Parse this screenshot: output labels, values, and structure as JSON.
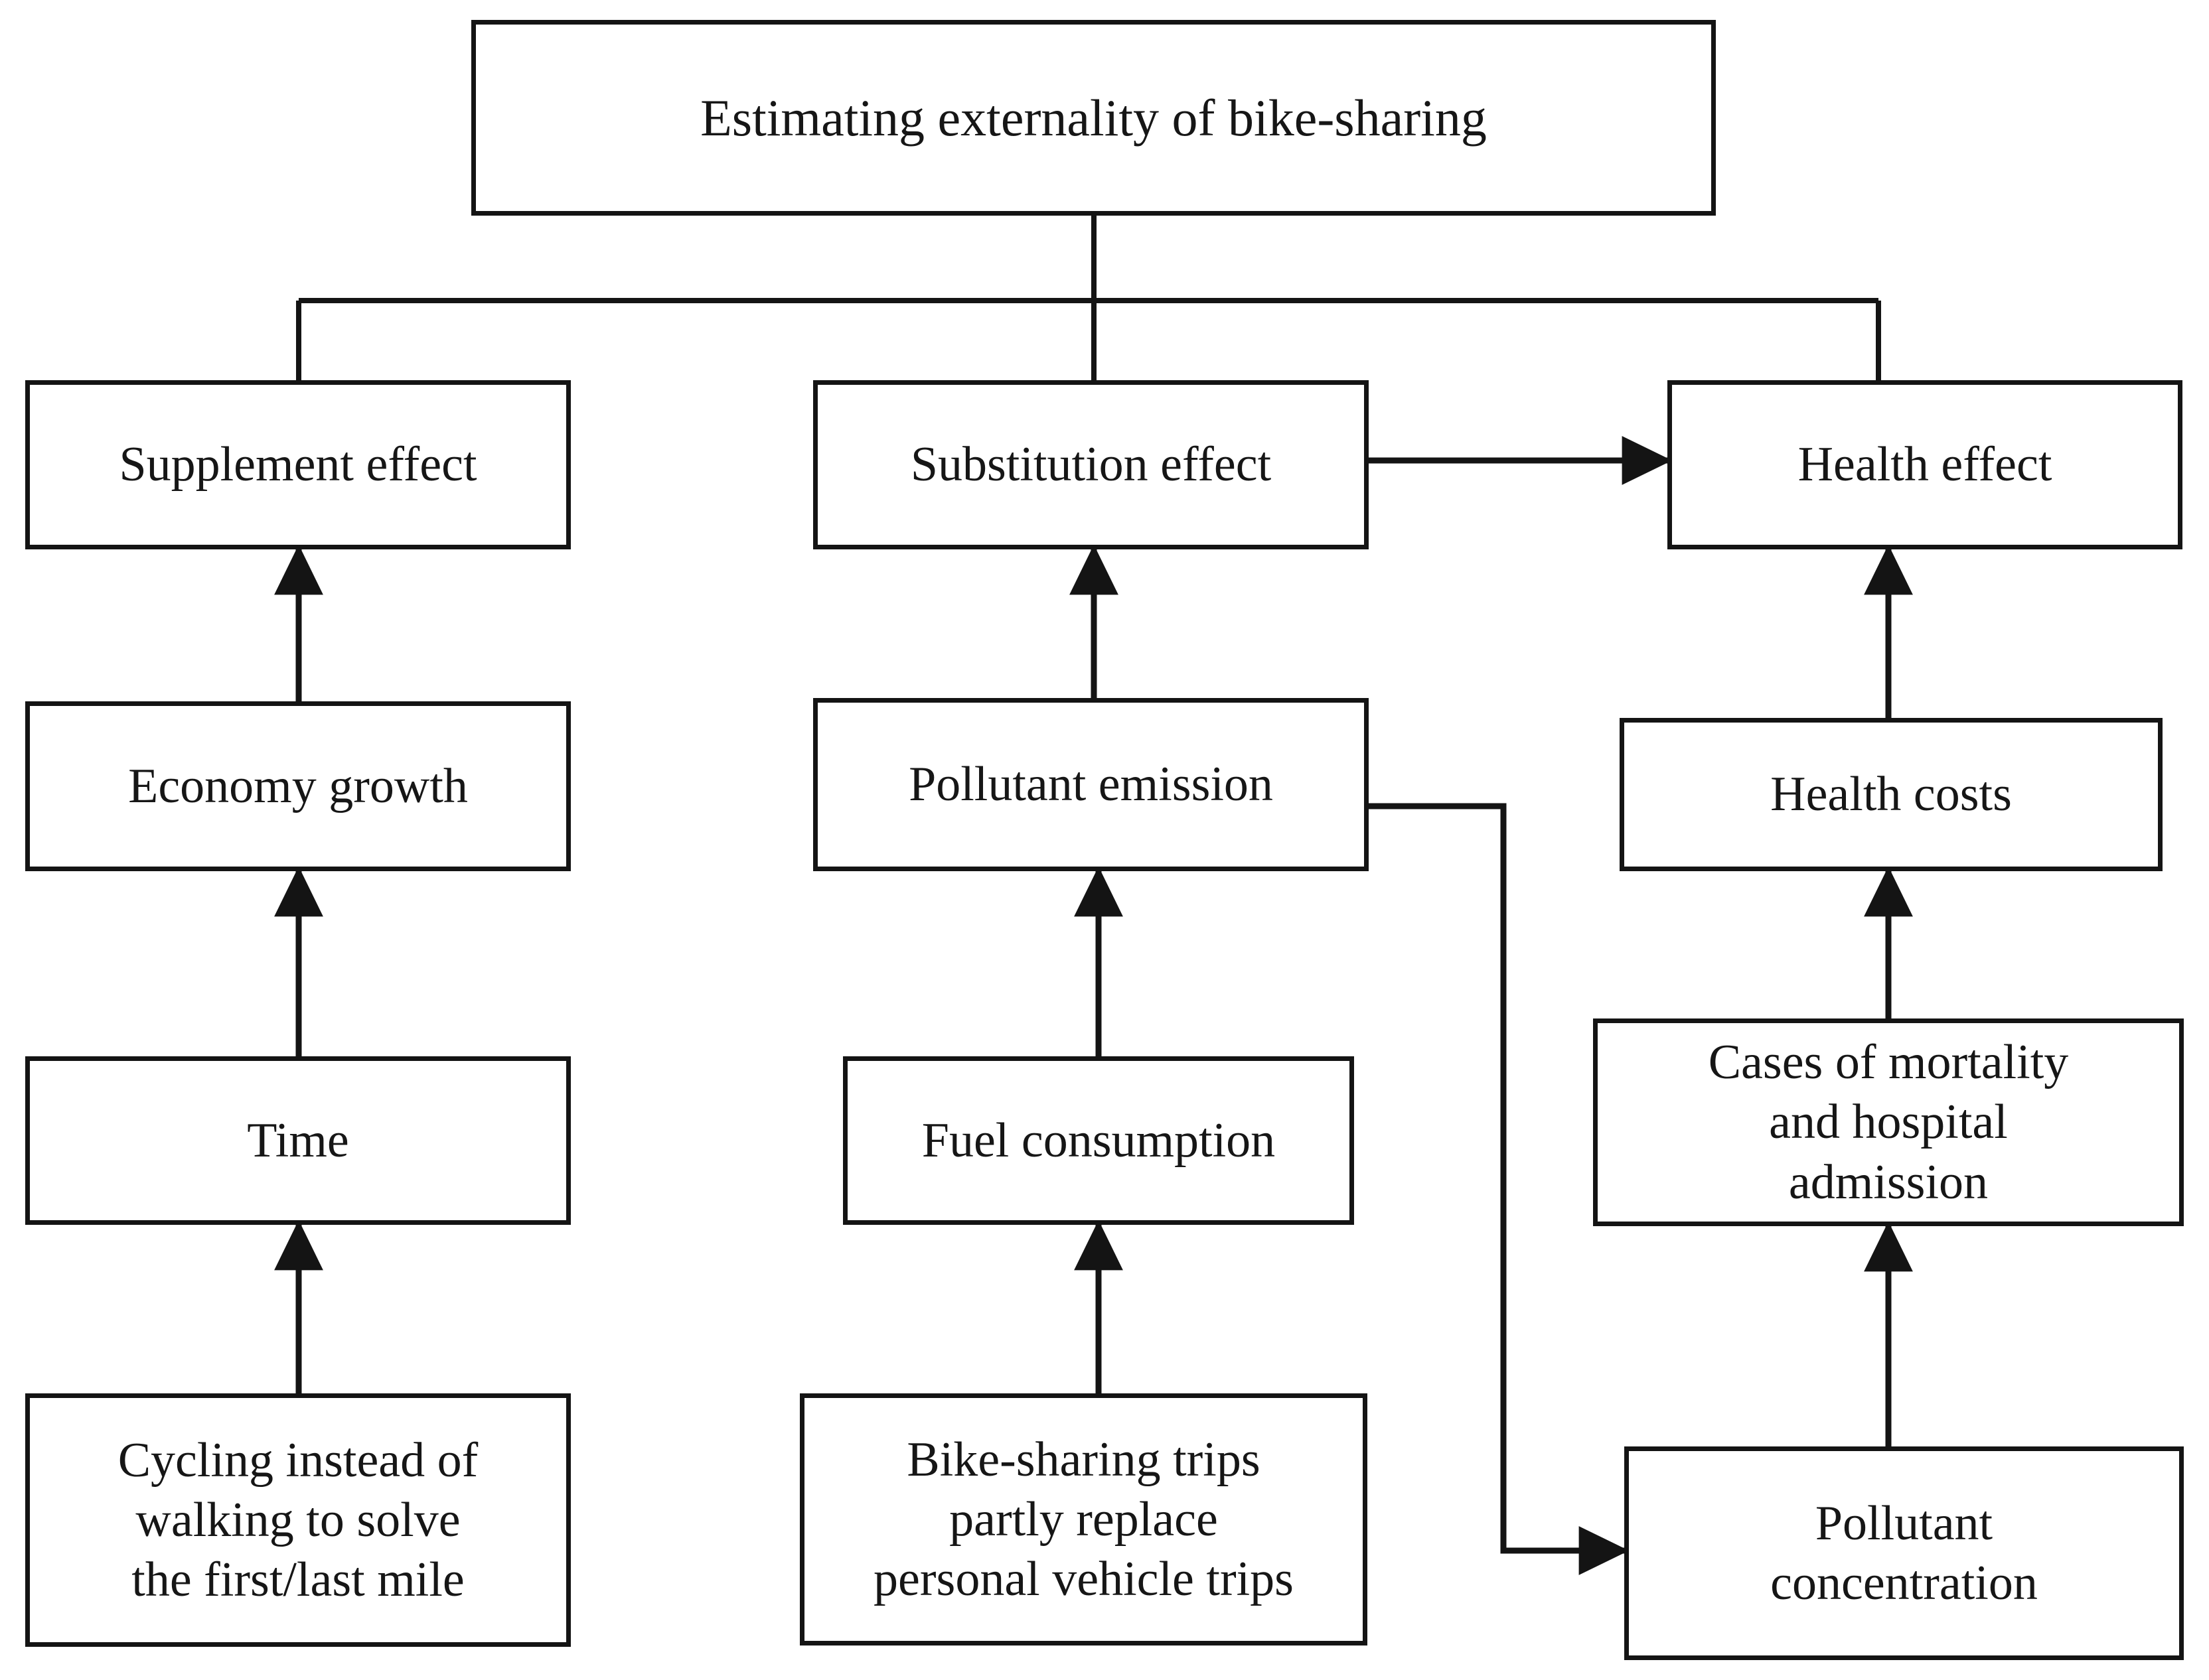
{
  "diagram": {
    "title": "Estimating externality of bike-sharing",
    "type": "flowchart",
    "accent_color": "#141414",
    "background_color": "#ffffff",
    "nodes": {
      "root": {
        "label": "Estimating externality of bike-sharing"
      },
      "supplement_effect": {
        "label": "Supplement effect"
      },
      "substitution_effect": {
        "label": "Substitution effect"
      },
      "health_effect": {
        "label": "Health effect"
      },
      "economy_growth": {
        "label": "Economy growth"
      },
      "pollutant_emission": {
        "label": "Pollutant emission"
      },
      "health_costs": {
        "label": "Health costs"
      },
      "time": {
        "label": "Time"
      },
      "fuel_consumption": {
        "label": "Fuel consumption"
      },
      "cases_mortality": {
        "label": "Cases of mortality\nand hospital\nadmission"
      },
      "cycling_instead": {
        "label": "Cycling instead of\nwalking to solve\nthe first/last mile"
      },
      "bike_sharing_trips": {
        "label": "Bike-sharing trips\npartly replace\npersonal vehicle trips"
      },
      "pollutant_concentration": {
        "label": "Pollutant\nconcentration"
      }
    },
    "edges": [
      {
        "from": "root",
        "to": "supplement_effect",
        "style": "elbow-bus",
        "arrow": false
      },
      {
        "from": "root",
        "to": "substitution_effect",
        "style": "elbow-bus",
        "arrow": false
      },
      {
        "from": "root",
        "to": "health_effect",
        "style": "elbow-bus",
        "arrow": false
      },
      {
        "from": "economy_growth",
        "to": "supplement_effect",
        "style": "straight-up",
        "arrow": true
      },
      {
        "from": "time",
        "to": "economy_growth",
        "style": "straight-up",
        "arrow": true
      },
      {
        "from": "cycling_instead",
        "to": "time",
        "style": "straight-up",
        "arrow": true
      },
      {
        "from": "pollutant_emission",
        "to": "substitution_effect",
        "style": "straight-up",
        "arrow": true
      },
      {
        "from": "fuel_consumption",
        "to": "pollutant_emission",
        "style": "straight-up",
        "arrow": true
      },
      {
        "from": "bike_sharing_trips",
        "to": "fuel_consumption",
        "style": "straight-up",
        "arrow": true
      },
      {
        "from": "substitution_effect",
        "to": "health_effect",
        "style": "straight-right",
        "arrow": true
      },
      {
        "from": "health_costs",
        "to": "health_effect",
        "style": "straight-up",
        "arrow": true
      },
      {
        "from": "cases_mortality",
        "to": "health_costs",
        "style": "straight-up",
        "arrow": true
      },
      {
        "from": "pollutant_concentration",
        "to": "cases_mortality",
        "style": "straight-up",
        "arrow": true
      },
      {
        "from": "pollutant_emission",
        "to": "pollutant_concentration",
        "style": "elbow-right-down",
        "arrow": true
      }
    ]
  }
}
